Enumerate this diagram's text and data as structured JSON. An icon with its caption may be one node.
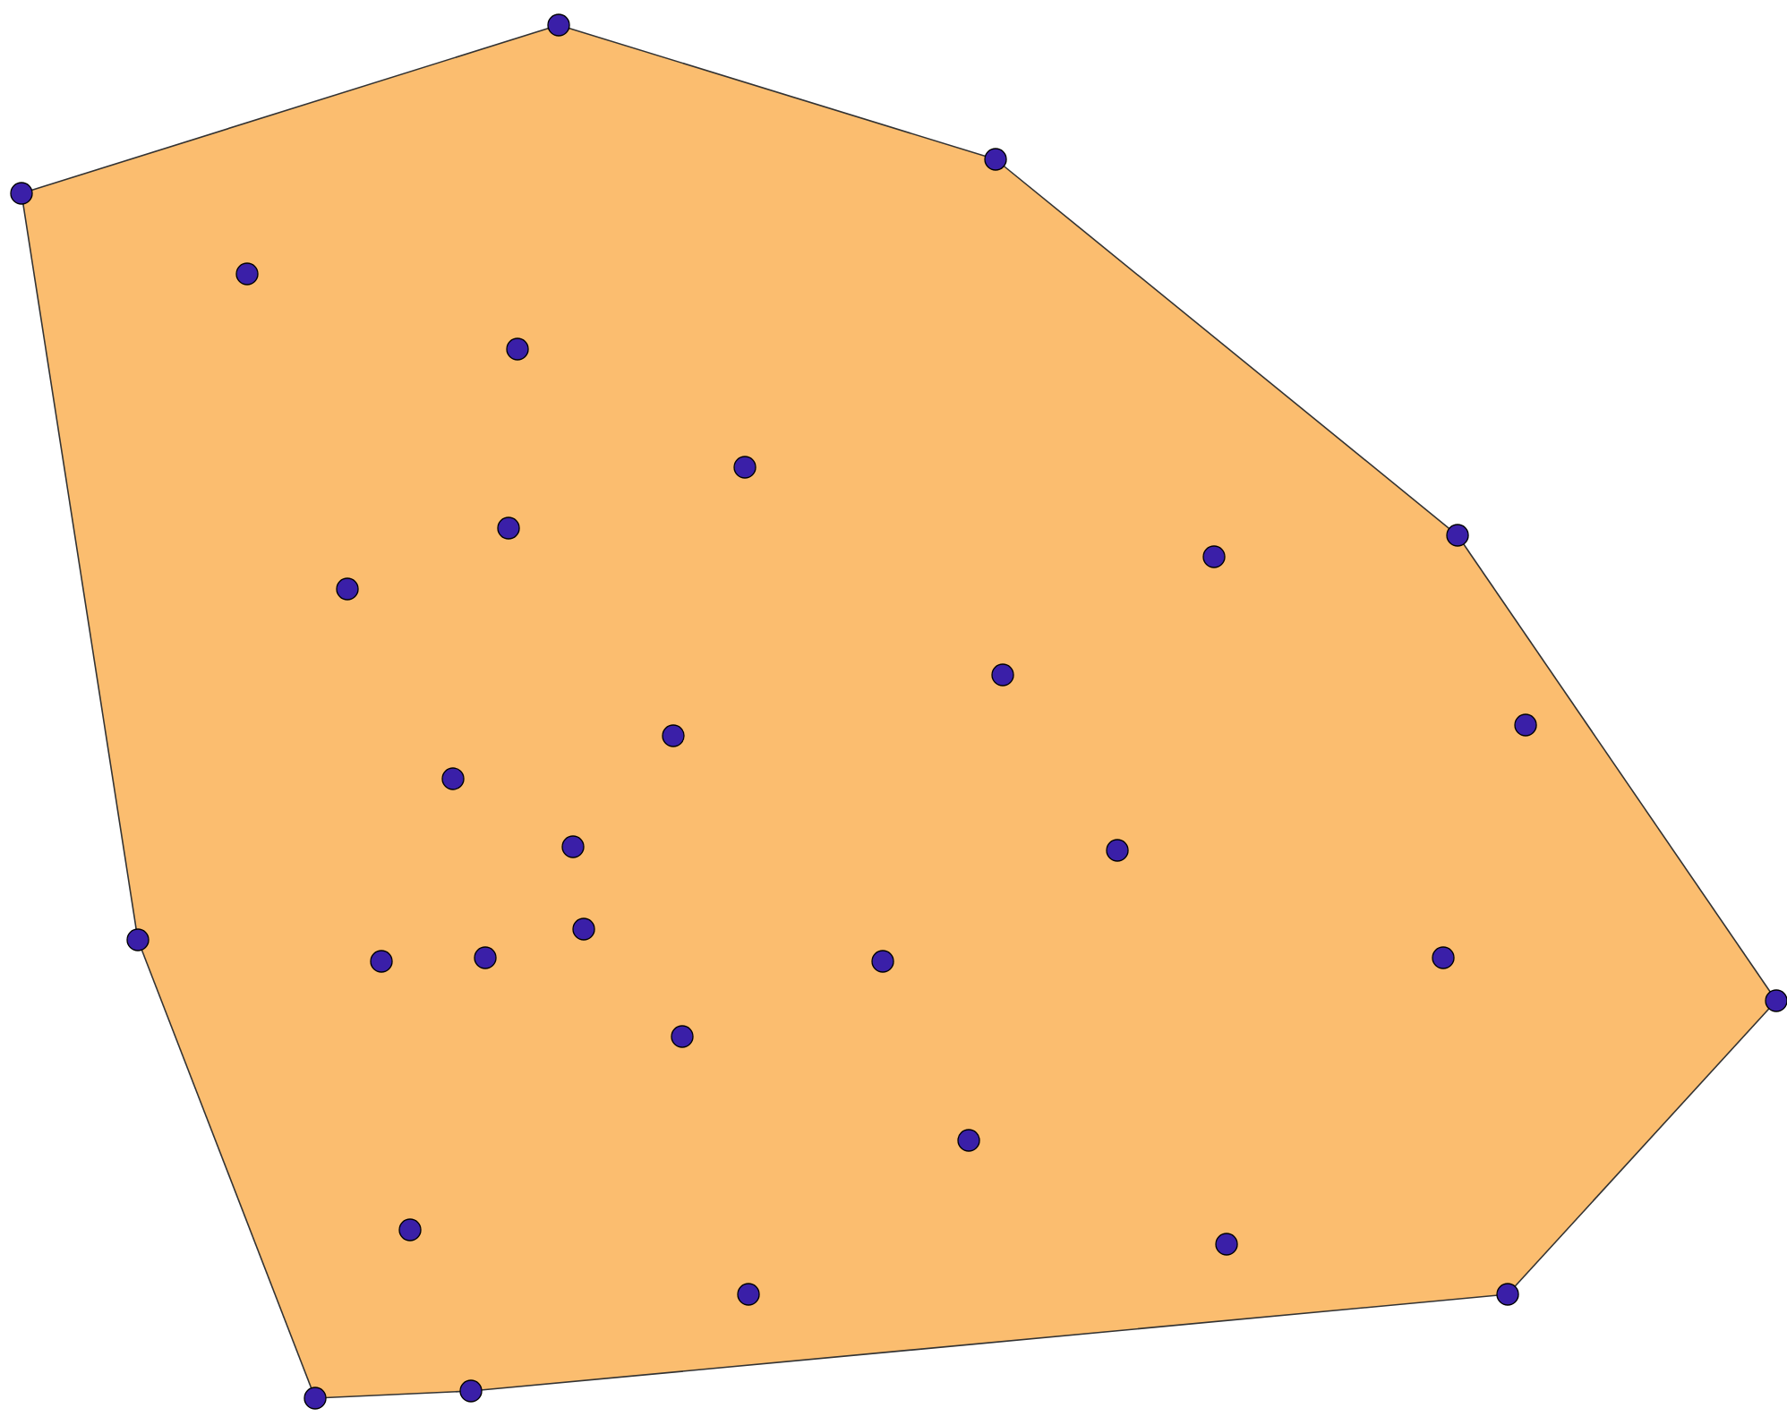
{
  "diagram": {
    "nodes": [
      {
        "text": [],
        "shape": "circle"
      },
      {
        "text": [],
        "shape": "circle"
      },
      {
        "text": [],
        "shape": "circle"
      },
      {
        "text": [],
        "shape": "circle"
      },
      {
        "text": [],
        "shape": "circle"
      },
      {
        "text": [],
        "shape": "circle"
      },
      {
        "text": [],
        "shape": "circle"
      },
      {
        "text": [],
        "shape": "circle"
      },
      {
        "text": [],
        "shape": "circle"
      },
      {
        "text": [],
        "shape": "circle"
      },
      {
        "text": [],
        "shape": "circle"
      },
      {
        "text": [],
        "shape": "circle"
      },
      {
        "text": [],
        "shape": "circle"
      },
      {
        "text": [],
        "shape": "circle"
      },
      {
        "text": [],
        "shape": "circle"
      },
      {
        "text": [],
        "shape": "circle"
      },
      {
        "text": [],
        "shape": "circle"
      },
      {
        "text": [],
        "shape": "circle"
      },
      {
        "text": [],
        "shape": "circle"
      },
      {
        "text": [],
        "shape": "circle"
      },
      {
        "text": [],
        "shape": "circle"
      },
      {
        "text": [],
        "shape": "circle"
      },
      {
        "text": [],
        "shape": "circle"
      },
      {
        "text": [],
        "shape": "circle"
      },
      {
        "text": [],
        "shape": "circle"
      },
      {
        "text": [],
        "shape": "circle"
      },
      {
        "text": [],
        "shape": "circle"
      },
      {
        "text": [],
        "shape": "circle"
      },
      {
        "text": [],
        "shape": "circle"
      },
      {
        "text": [],
        "shape": "circle"
      },
      {
        "text": [],
        "shape": "circle"
      }
    ],
    "edges": [
      {
        "from": 0,
        "to": 12,
        "arrow": "none"
      },
      {
        "from": 12,
        "to": 21,
        "arrow": "none"
      },
      {
        "from": 21,
        "to": 27,
        "arrow": "none"
      },
      {
        "from": 27,
        "to": 30,
        "arrow": "none"
      },
      {
        "from": 30,
        "to": 28,
        "arrow": "none"
      },
      {
        "from": 28,
        "to": 8,
        "arrow": "none"
      },
      {
        "from": 8,
        "to": 3,
        "arrow": "none"
      },
      {
        "from": 3,
        "to": 1,
        "arrow": "none"
      },
      {
        "from": 1,
        "to": 0,
        "arrow": "none"
      }
    ]
  }
}
